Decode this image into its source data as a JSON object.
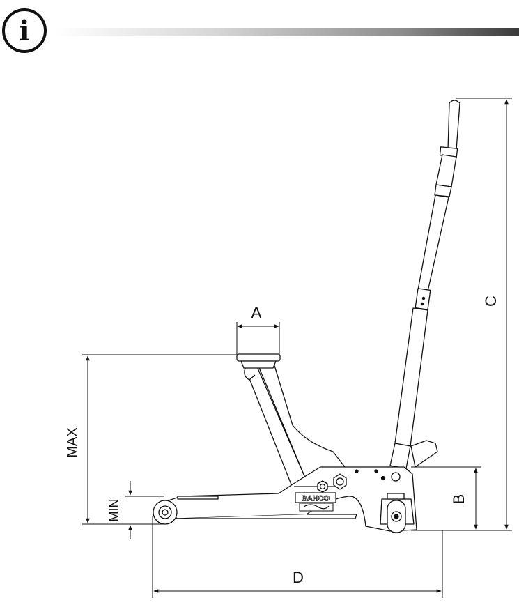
{
  "header": {
    "info_glyph": "i",
    "icon": "info-icon"
  },
  "dimensions": {
    "a": "A",
    "b": "B",
    "c": "C",
    "d": "D",
    "max": "MAX",
    "min": "MIN"
  },
  "brand": {
    "logo_text": "BAHCO"
  },
  "colors": {
    "line": "#111111",
    "gradient_dark": "#3a3a3a",
    "gradient_light": "#ffffff"
  }
}
